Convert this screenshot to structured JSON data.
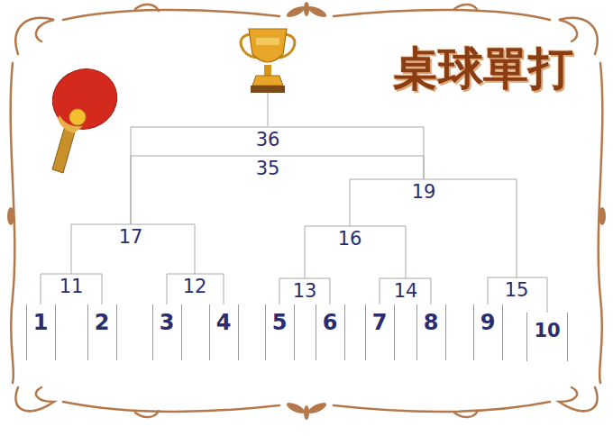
{
  "diagram": {
    "title": "桌球單打",
    "nodes": [
      {
        "text": [
          "36"
        ]
      },
      {
        "text": [
          "35"
        ]
      },
      {
        "text": [
          "19"
        ]
      },
      {
        "text": [
          "17"
        ]
      },
      {
        "text": [
          "16"
        ]
      },
      {
        "text": [
          "11"
        ]
      },
      {
        "text": [
          "12"
        ]
      },
      {
        "text": [
          "13"
        ]
      },
      {
        "text": [
          "14"
        ]
      },
      {
        "text": [
          "15"
        ]
      },
      {
        "text": [
          "1"
        ]
      },
      {
        "text": [
          "2"
        ]
      },
      {
        "text": [
          "3"
        ]
      },
      {
        "text": [
          "4"
        ]
      },
      {
        "text": [
          "5"
        ]
      },
      {
        "text": [
          "6"
        ]
      },
      {
        "text": [
          "7"
        ]
      },
      {
        "text": [
          "8"
        ]
      },
      {
        "text": [
          "9"
        ]
      },
      {
        "text": [
          "10"
        ]
      }
    ],
    "edges": [
      {
        "from": 10,
        "to": 5,
        "arrow": "none"
      },
      {
        "from": 11,
        "to": 5,
        "arrow": "none"
      },
      {
        "from": 12,
        "to": 6,
        "arrow": "none"
      },
      {
        "from": 13,
        "to": 6,
        "arrow": "none"
      },
      {
        "from": 14,
        "to": 7,
        "arrow": "none"
      },
      {
        "from": 15,
        "to": 7,
        "arrow": "none"
      },
      {
        "from": 16,
        "to": 8,
        "arrow": "none"
      },
      {
        "from": 17,
        "to": 8,
        "arrow": "none"
      },
      {
        "from": 18,
        "to": 9,
        "arrow": "none"
      },
      {
        "from": 19,
        "to": 9,
        "arrow": "none"
      },
      {
        "from": 5,
        "to": 3,
        "arrow": "none"
      },
      {
        "from": 6,
        "to": 3,
        "arrow": "none"
      },
      {
        "from": 7,
        "to": 4,
        "arrow": "none"
      },
      {
        "from": 8,
        "to": 4,
        "arrow": "none"
      },
      {
        "from": 4,
        "to": 2,
        "arrow": "none"
      },
      {
        "from": 9,
        "to": 2,
        "arrow": "none"
      },
      {
        "from": 3,
        "to": 0,
        "arrow": "none"
      },
      {
        "from": 2,
        "to": 0,
        "arrow": "none"
      },
      {
        "from": 3,
        "to": 1,
        "arrow": "none"
      },
      {
        "from": 2,
        "to": 1,
        "arrow": "none"
      }
    ]
  }
}
